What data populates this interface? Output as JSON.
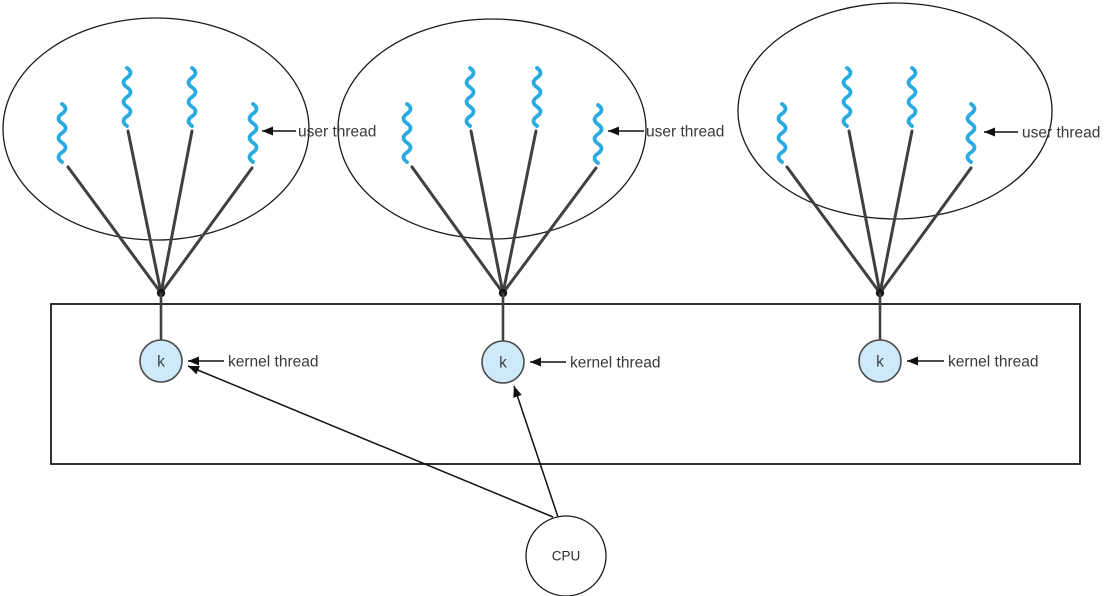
{
  "diagram": {
    "labels": {
      "user_thread": "user thread",
      "kernel_thread": "kernel thread",
      "kernel_node": "k",
      "cpu": "CPU"
    },
    "structure": {
      "process_count": 3,
      "user_threads_per_process": 4,
      "kernel_threads_per_process": 1,
      "cpu_count": 1,
      "cpu_arrow_targets": [
        "kernel-thread-node-1",
        "kernel-thread-node-2"
      ]
    },
    "colors": {
      "user_thread_stroke": "#29ABE2",
      "kernel_node_fill": "#CDE9FA",
      "kernel_node_stroke": "#4A4A4A",
      "connector": "#404040",
      "outline": "#1A1A1A",
      "label_text": "#3A3A3A",
      "background": "#FFFFFF"
    }
  }
}
